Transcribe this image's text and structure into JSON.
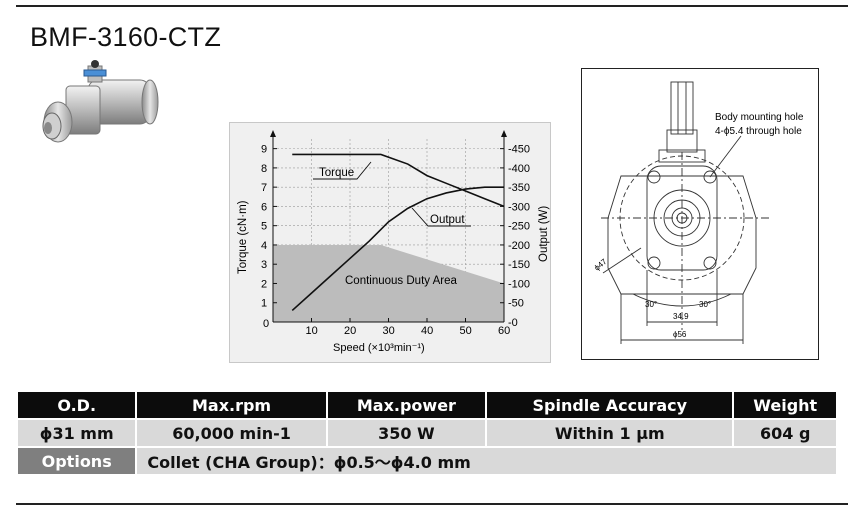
{
  "title": "BMF-3160-CTZ",
  "chart": {
    "left_axis_label": "Torque (cN·m)",
    "right_axis_label": "Output (W)",
    "x_axis_label": "Speed (×10³min⁻¹)",
    "torque_label": "Torque",
    "output_label": "Output",
    "area_label": "Continuous Duty Area",
    "x_ticks": [
      "10",
      "20",
      "30",
      "40",
      "50",
      "60"
    ],
    "origin_tick": "0",
    "left_ticks": [
      "1",
      "2",
      "3",
      "4",
      "5",
      "6",
      "7",
      "8",
      "9"
    ],
    "right_ticks": [
      "0",
      "50",
      "100",
      "150",
      "200",
      "250",
      "300",
      "350",
      "400",
      "450"
    ]
  },
  "chart_data": {
    "type": "line",
    "xlabel": "Speed (×10³min⁻¹)",
    "ylabel": "Torque (cN·m)",
    "y2label": "Output (W)",
    "xlim": [
      0,
      60
    ],
    "ylim": [
      0,
      9.5
    ],
    "y2lim": [
      0,
      475
    ],
    "grid": true,
    "series": [
      {
        "name": "Torque",
        "axis": "left",
        "x": [
          5,
          10,
          20,
          28,
          35,
          40,
          45,
          50,
          55,
          60
        ],
        "y": [
          8.7,
          8.7,
          8.7,
          8.7,
          8.2,
          7.6,
          7.2,
          6.8,
          6.4,
          6.0
        ]
      },
      {
        "name": "Output",
        "axis": "right",
        "x": [
          5,
          10,
          15,
          20,
          25,
          30,
          35,
          40,
          45,
          50,
          55,
          60
        ],
        "y": [
          30,
          75,
          120,
          165,
          210,
          260,
          295,
          320,
          335,
          345,
          350,
          350
        ]
      },
      {
        "name": "Continuous Duty Area",
        "axis": "left",
        "x": [
          0,
          28,
          60
        ],
        "y": [
          4.0,
          4.0,
          2.0
        ]
      }
    ]
  },
  "drawing": {
    "callout_line1": "Body mounting hole",
    "callout_line2": "4-ϕ5.4 through hole",
    "dim_diag": "ϕ47",
    "dim_angle_left": "30°",
    "dim_angle_right": "30°",
    "dim_width": "34.9",
    "dim_outer": "ϕ56"
  },
  "specs": {
    "headers": [
      "O.D.",
      "Max.rpm",
      "Max.power",
      "Spindle Accuracy",
      "Weight"
    ],
    "values": [
      "ϕ31 mm",
      "60,000 min-1",
      "350 W",
      "Within 1 μm",
      "604 g"
    ],
    "options_label": "Options",
    "options_value": "Collet (CHA Group)：ϕ0.5～ϕ4.0 mm"
  },
  "colors": {
    "header_bg": "#0c0c0c",
    "value_bg": "#d9d9d9",
    "options_label_bg": "#7f7f7f",
    "chart_bg": "#f0f0f0",
    "duty_area": "#bcbcbc"
  }
}
